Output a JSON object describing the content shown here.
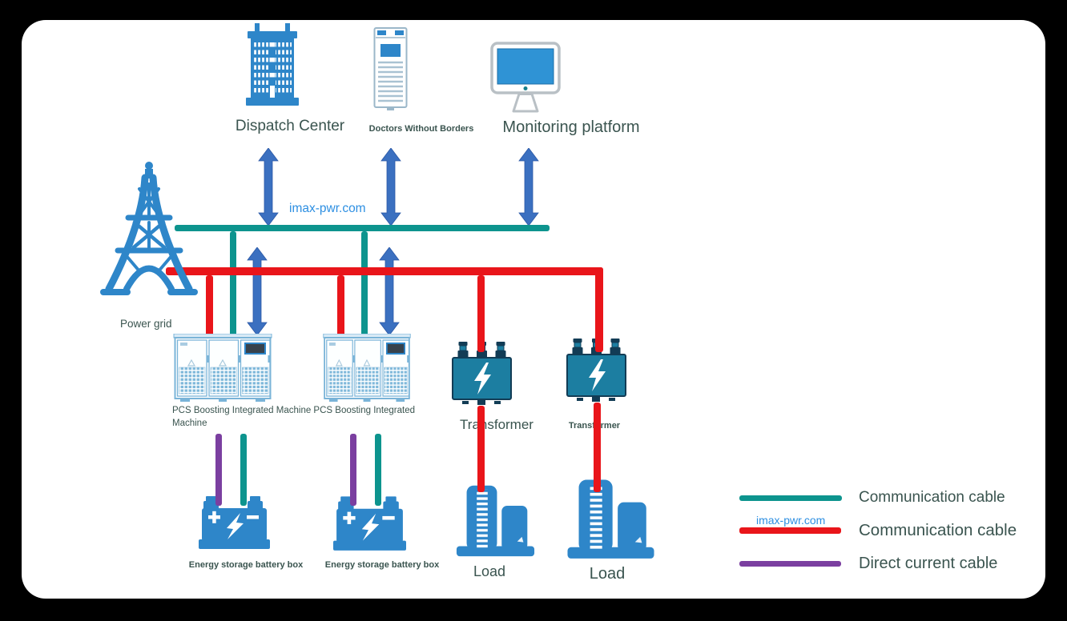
{
  "nodes": {
    "dispatch_center": {
      "label": "Dispatch Center"
    },
    "control_cabinet": {
      "label": "Doctors Without Borders"
    },
    "monitoring_platform": {
      "label": "Monitoring platform"
    },
    "power_grid": {
      "label": "Power grid"
    },
    "pcs": {
      "label": "PCS Boosting Integrated Machine PCS Boosting Integrated Machine"
    },
    "transformer_1": {
      "label": "Transformer"
    },
    "transformer_2": {
      "label": "Transformer"
    },
    "battery_1": {
      "label": "Energy storage battery box"
    },
    "battery_2": {
      "label": "Energy storage battery box"
    },
    "load_1": {
      "label": "Load"
    },
    "load_2": {
      "label": "Load"
    }
  },
  "watermarks": {
    "top": "imax-pwr.com",
    "legend": "imax-pwr.com"
  },
  "legend": {
    "items": [
      {
        "label": "Communication cable",
        "color": "#0d948e"
      },
      {
        "label": "Communication cable",
        "color": "#e9151a"
      },
      {
        "label": "Direct current cable",
        "color": "#7b3fa0"
      }
    ]
  },
  "colors": {
    "communication_cable": "#0d948e",
    "power_cable": "#e9151a",
    "dc_cable": "#7b3fa0",
    "arrow_blue": "#3b70c0",
    "icon_blue": "#2e86c9",
    "label_text": "#3a544f",
    "watermark_blue": "#2d8fe2"
  }
}
